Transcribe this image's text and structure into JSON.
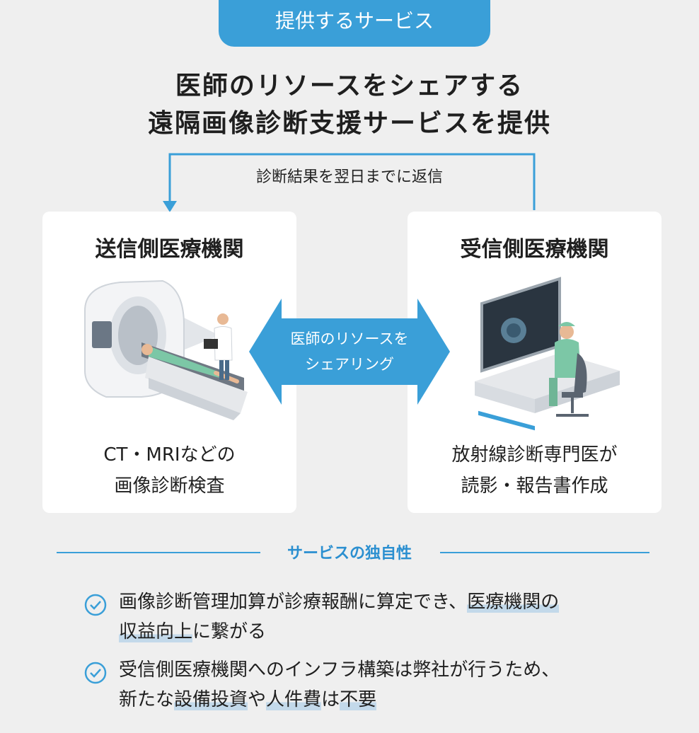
{
  "tab_label": "提供するサービス",
  "headline": {
    "line1": "医師のリソースをシェアする",
    "line2": "遠隔画像診断支援サービスを提供"
  },
  "feedback_label": "診断結果を翌日までに返信",
  "sender": {
    "title": "送信側医療機関",
    "caption_line1": "CT・MRIなどの",
    "caption_line2": "画像診断検査"
  },
  "receiver": {
    "title": "受信側医療機関",
    "caption_line1": "放射線診断専門医が",
    "caption_line2": "読影・報告書作成"
  },
  "share": {
    "line1": "医師のリソースを",
    "line2": "シェアリング"
  },
  "section_title": "サービスの独自性",
  "bullets": [
    {
      "line1_plain": "画像診断管理加算が診療報酬に算定でき、",
      "line1_hl": "医療機関の",
      "line2_hl": "収益向上",
      "line2_plain": "に繋がる"
    },
    {
      "line1_plain": "受信側医療機関へのインフラ構築は弊社が行うため、",
      "line2_pre": "新たな",
      "line2_hl1": "設備投資",
      "line2_mid": "や",
      "line2_hl2": "人件費",
      "line2_mid2": "は",
      "line2_hl3": "不要"
    }
  ],
  "colors": {
    "accent_blue": "#3a9fd8",
    "section_blue": "#2b8fd0",
    "background": "#efefef",
    "card": "#ffffff",
    "highlight": "#c3d9ea"
  }
}
